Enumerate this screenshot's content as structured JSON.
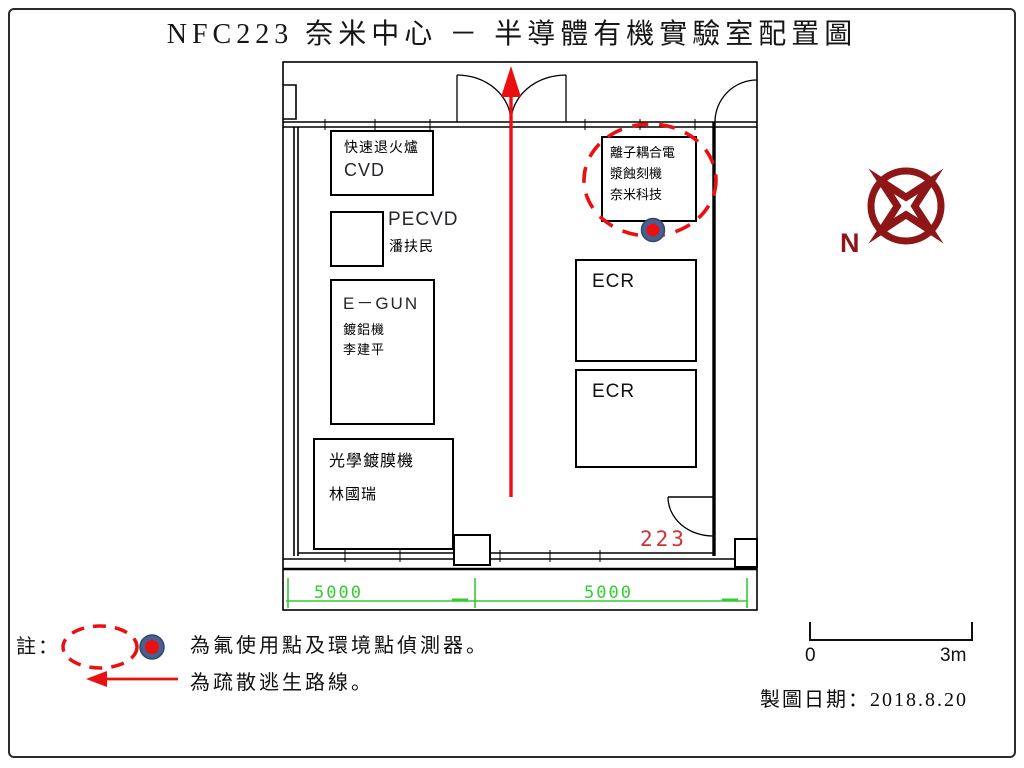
{
  "page": {
    "title": "NFC223 奈米中心 － 半導體有機實驗室配置圖",
    "date_label": "製圖日期：2018.8.20"
  },
  "floorplan": {
    "room_number": "223",
    "dim_left": "5000",
    "dim_right": "5000",
    "equipment": {
      "rta": {
        "name": "快速退火爐",
        "sub": "CVD"
      },
      "pecvd": {
        "name": "PECVD",
        "owner": "潘扶民"
      },
      "egun": {
        "name": "E－GUN",
        "type": "鍍鋁機",
        "owner": "李建平"
      },
      "optical": {
        "name": "光學鍍膜機",
        "owner": "林國瑞"
      },
      "icp": {
        "line1": "離子耦合電",
        "line2": "漿蝕刻機",
        "line3": "奈米科技"
      },
      "ecr_top": {
        "name": "ECR"
      },
      "ecr_bottom": {
        "name": "ECR"
      }
    }
  },
  "compass": {
    "label": "N"
  },
  "legend": {
    "prefix": "註：",
    "detector_text": "為氟使用點及環境點偵測器。",
    "escape_text": "為疏散逃生路線。"
  },
  "scalebar": {
    "start": "0",
    "end": "3m"
  },
  "colors": {
    "red": "#ea1010",
    "green": "#33cc33",
    "maroon": "#8e1616",
    "dot_blue": "#46618f",
    "room_red": "#cc3333"
  }
}
